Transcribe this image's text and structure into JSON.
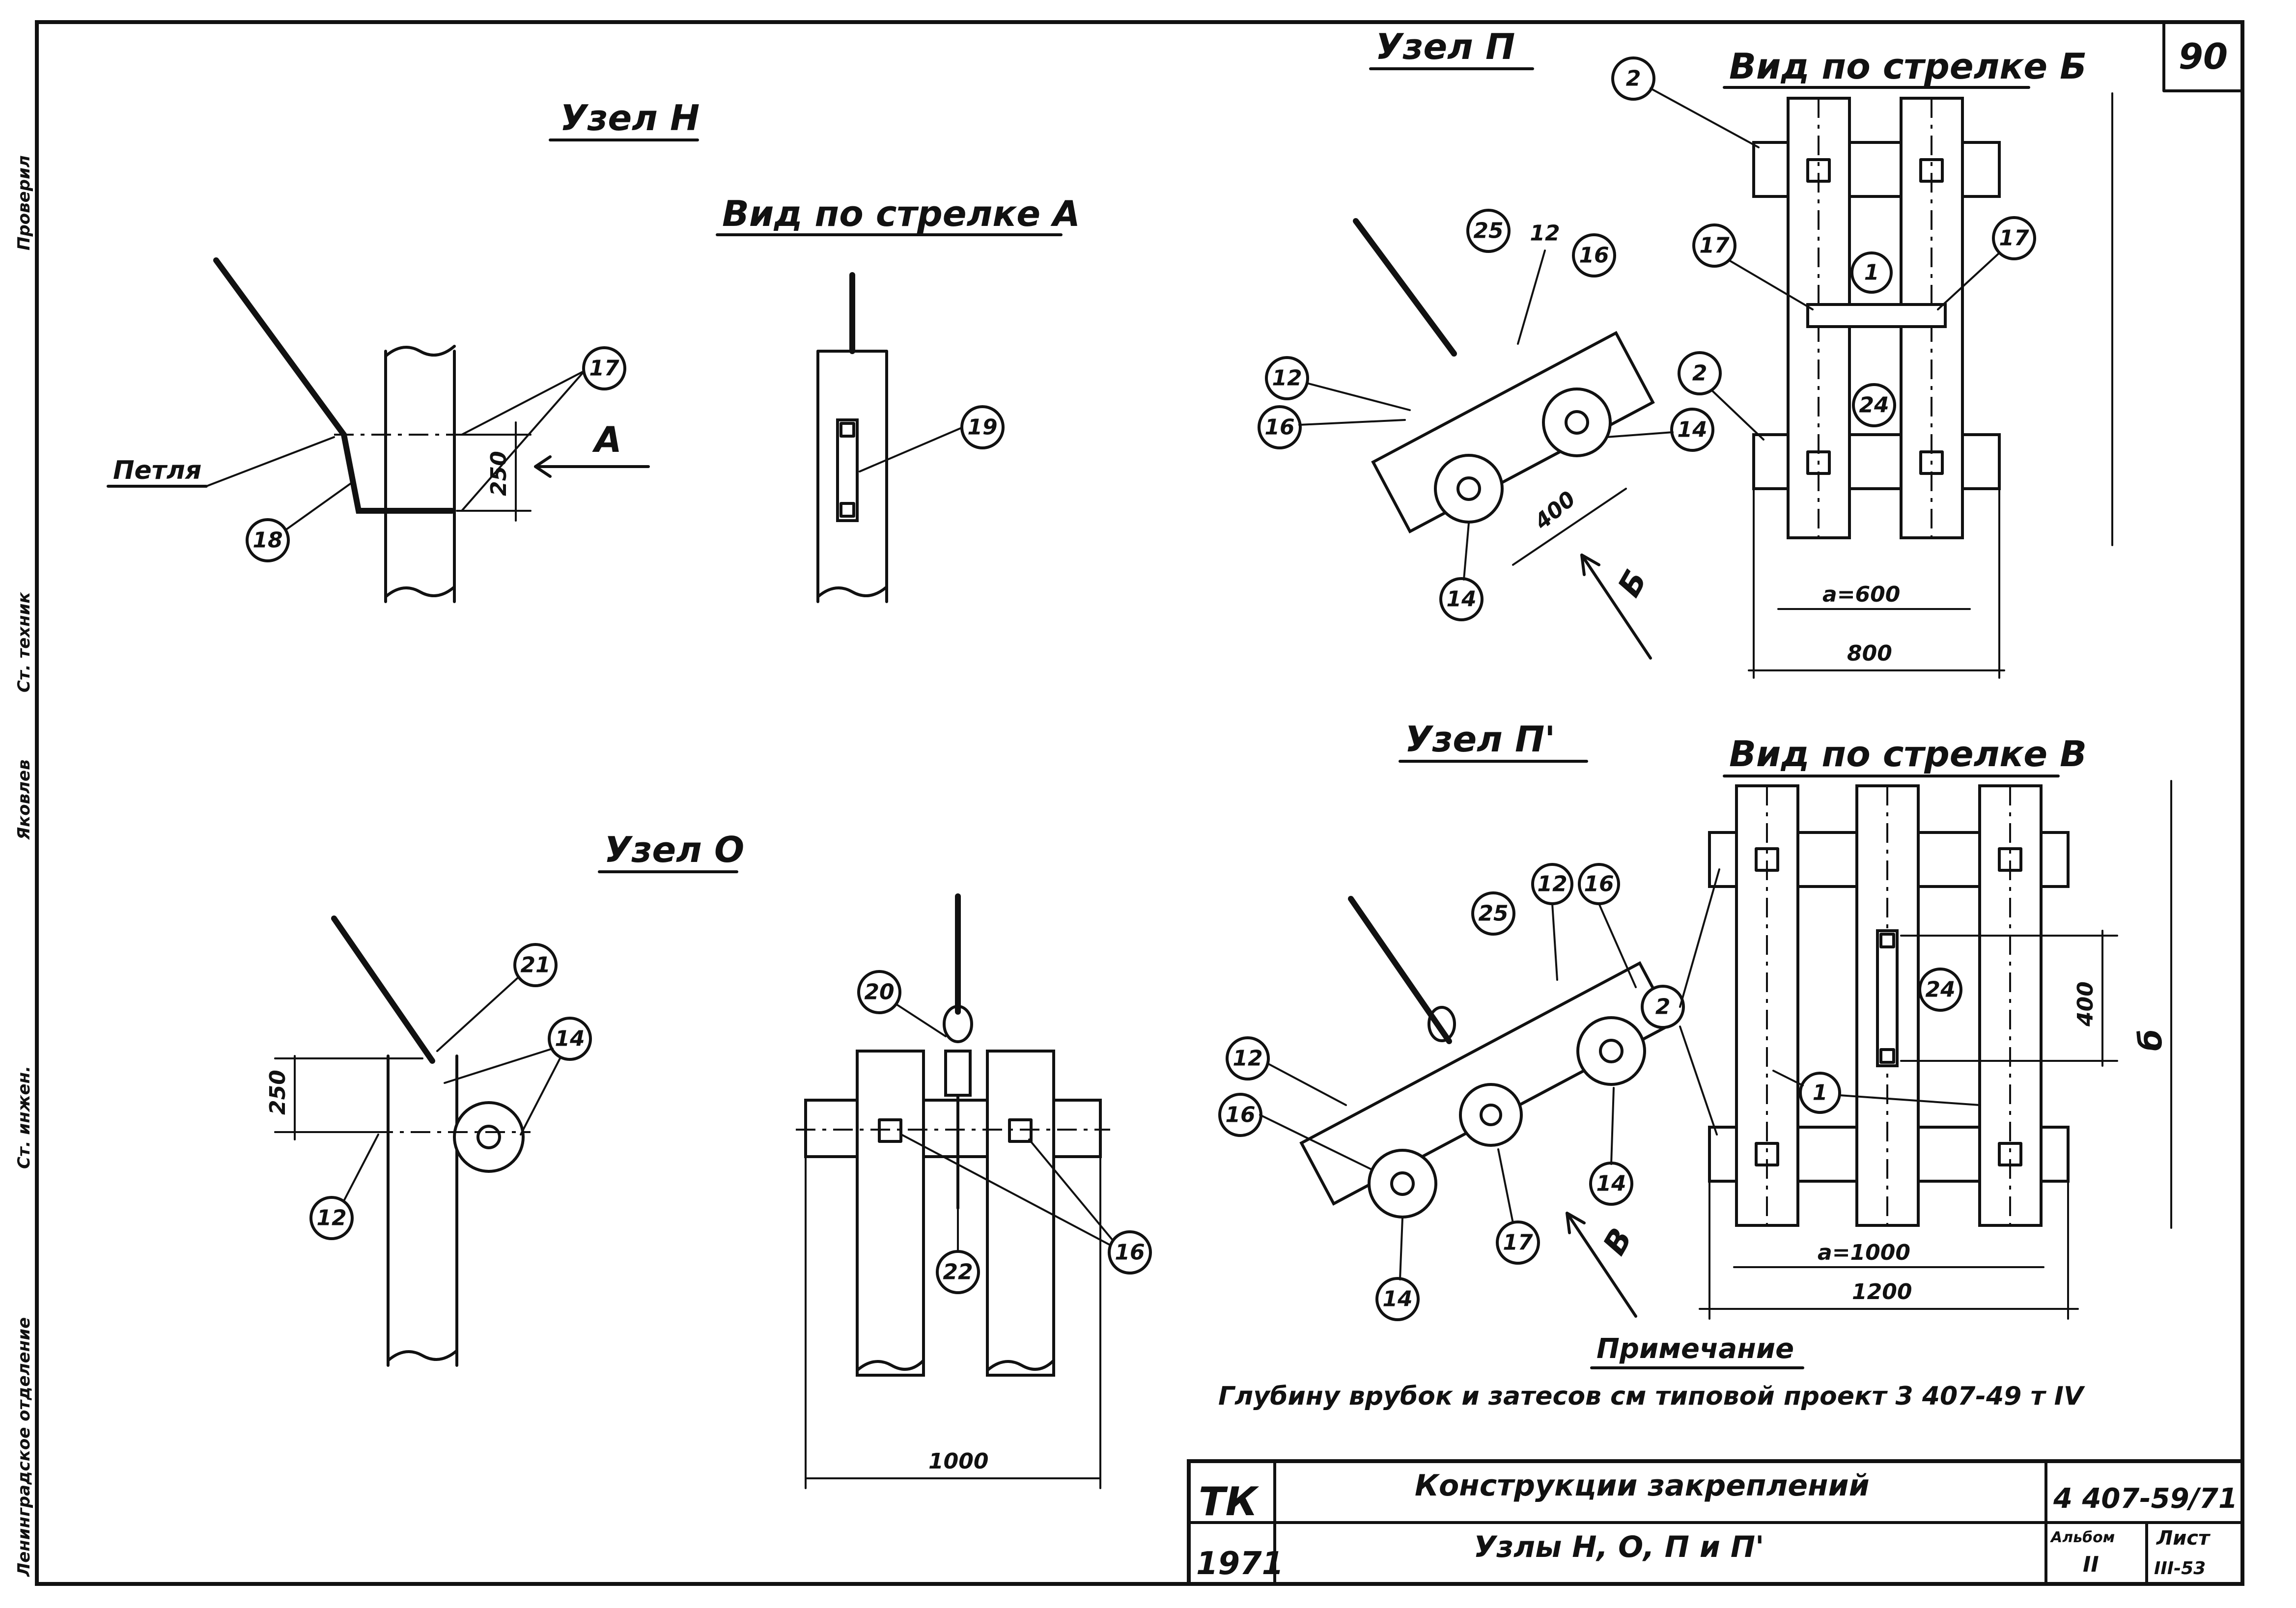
{
  "sheet_number": "90",
  "views": {
    "node_n_title": "Узел Н",
    "arrow_a_title": "Вид по стрелке А",
    "node_p_title": "Узел П",
    "arrow_b_title": "Вид по стрелке Б",
    "node_o_title": "Узел О",
    "node_p2_title": "Узел П'",
    "arrow_v_title": "Вид по стрелке В"
  },
  "labels": {
    "loop": "Петля",
    "arrow_a": "А",
    "arrow_b": "Б",
    "arrow_v": "В"
  },
  "dimensions": {
    "n_gap": "250",
    "p_spacing": "400",
    "b_a": "a=600",
    "b_total": "800",
    "o_gap": "250",
    "o_total": "1000",
    "v_spacing": "400",
    "v_a": "a=1000",
    "v_total": "1200",
    "v_height": "б"
  },
  "callouts": {
    "n_17": "17",
    "n_18": "18",
    "a_19": "19",
    "p_25": "25",
    "p_12a": "12",
    "p_16a": "16",
    "p_12b": "12",
    "p_16b": "16",
    "p_14a": "14",
    "p_14b": "14",
    "b_2a": "2",
    "b_1": "1",
    "b_17a": "17",
    "b_17b": "17",
    "b_2b": "2",
    "b_24": "24",
    "o_21": "21",
    "o_14": "14",
    "o_12": "12",
    "o2_20": "20",
    "o2_22": "22",
    "o2_16": "16",
    "p2_25": "25",
    "p2_12a": "12",
    "p2_16a": "16",
    "p2_2": "2",
    "p2_12b": "12",
    "p2_16b": "16",
    "p2_17": "17",
    "p2_14a": "14",
    "p2_14b": "14",
    "v_24": "24",
    "v_1": "1"
  },
  "note": {
    "heading": "Примечание",
    "text": "Глубину врубок и затесов см типовой проект 3 407-49 т IV"
  },
  "title_block": {
    "org": "ТК",
    "year": "1971",
    "title": "Конструкции закреплений",
    "subtitle": "Узлы Н, О, П и П'",
    "project": "4 407-59/71",
    "album_label": "Альбом",
    "album_value": "II",
    "sheet_label": "Лист",
    "sheet_value": "III-53"
  },
  "side_stamp": {
    "dept": "Ленинградское отделение",
    "role1": "Ст. инжен.",
    "role2": "Ст. техник",
    "name": "Яковлев",
    "checked": "Проверил"
  }
}
